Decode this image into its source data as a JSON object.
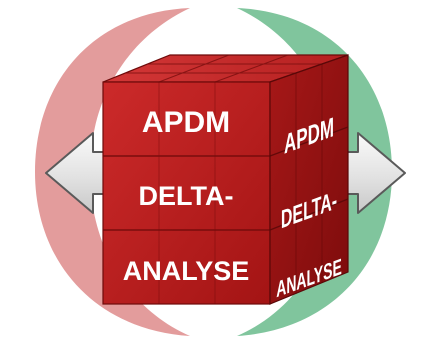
{
  "diagram": {
    "front_face": {
      "line1": "APDM",
      "line2": "DELTA-",
      "line3": "ANALYSE"
    },
    "side_face": {
      "line1": "APDM",
      "line2": "DELTA-",
      "line3": "ANALYSE"
    },
    "colors": {
      "left_arc": "#e49a9a",
      "right_arc": "#7cc49a",
      "cube_front": "#b81c1c",
      "cube_side": "#8e1010",
      "cube_top": "#c62a2a",
      "arrow_fill": "#e6e6e6",
      "arrow_stroke": "#5a5a5a"
    },
    "icons": {
      "left_arrow": "arrow-left-icon",
      "right_arrow": "arrow-right-icon",
      "cube": "cube-icon"
    }
  }
}
